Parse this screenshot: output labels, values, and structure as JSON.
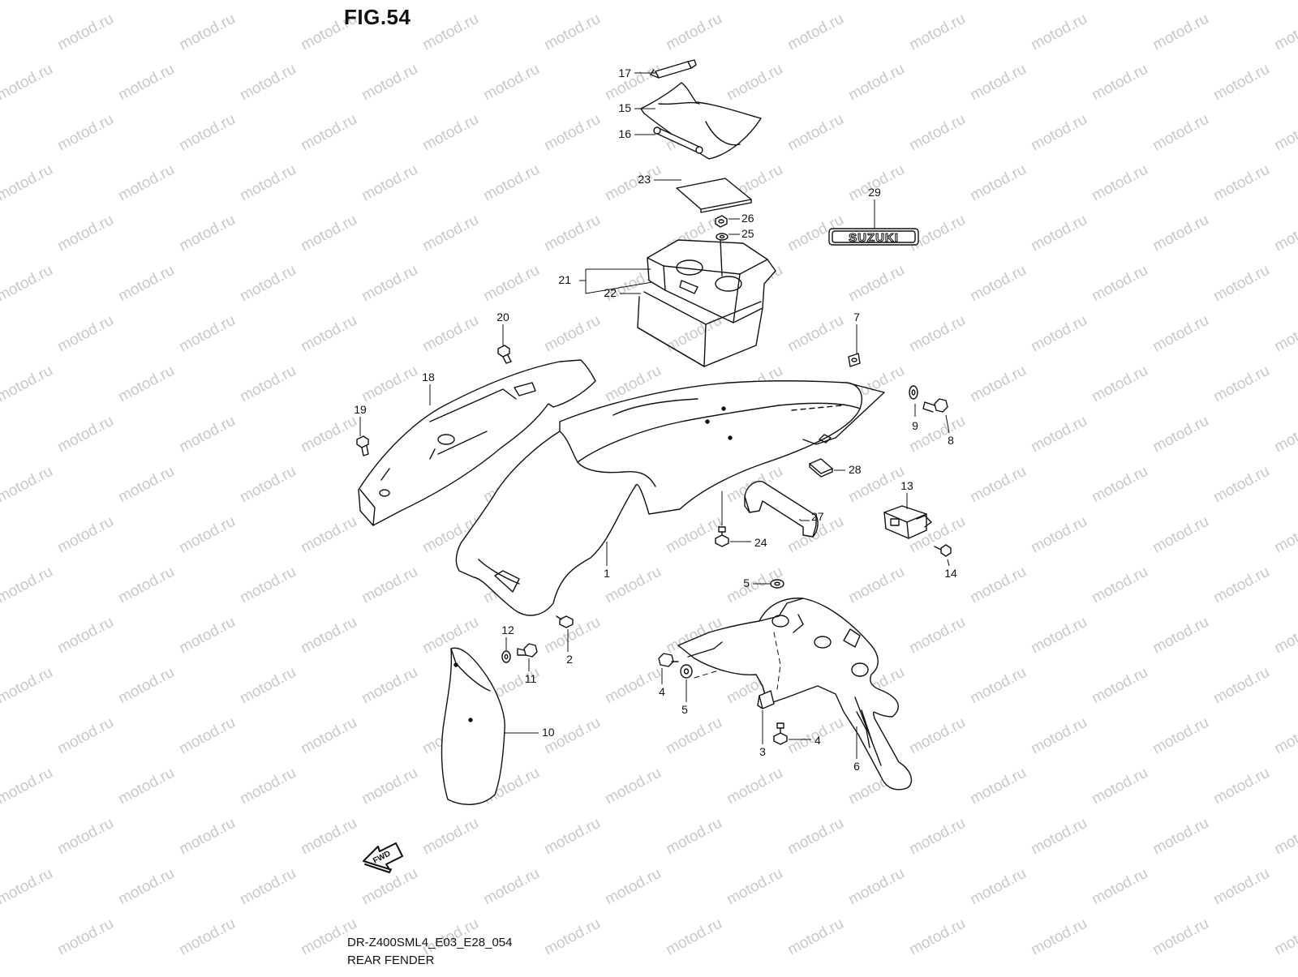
{
  "figure": {
    "title": "FIG.54",
    "model_code": "DR-Z400SML4_E03_E28_054",
    "name": "REAR FENDER"
  },
  "watermark": {
    "text": "motod.ru",
    "color": "#c9c9c9"
  },
  "emblem": {
    "text": "SUZUKI"
  },
  "direction_arrow": {
    "text": "FWD"
  },
  "callouts": [
    {
      "id": "c17",
      "label": "17",
      "part": "strap"
    },
    {
      "id": "c15",
      "label": "15",
      "part": "tool-bag"
    },
    {
      "id": "c16",
      "label": "16",
      "part": "spanner"
    },
    {
      "id": "c23",
      "label": "23",
      "part": "manual-pad"
    },
    {
      "id": "c26",
      "label": "26",
      "part": "nut"
    },
    {
      "id": "c25",
      "label": "25",
      "part": "washer"
    },
    {
      "id": "c29",
      "label": "29",
      "part": "emblem"
    },
    {
      "id": "c21",
      "label": "21",
      "part": "tool-box"
    },
    {
      "id": "c22",
      "label": "22",
      "part": "tool-box-lower"
    },
    {
      "id": "c20",
      "label": "20",
      "part": "bolt"
    },
    {
      "id": "c7",
      "label": "7",
      "part": "clip-nut"
    },
    {
      "id": "c18",
      "label": "18",
      "part": "side-cover"
    },
    {
      "id": "c19",
      "label": "19",
      "part": "bolt"
    },
    {
      "id": "c9",
      "label": "9",
      "part": "washer"
    },
    {
      "id": "c8",
      "label": "8",
      "part": "bolt"
    },
    {
      "id": "c28",
      "label": "28",
      "part": "pad"
    },
    {
      "id": "c13",
      "label": "13",
      "part": "relay"
    },
    {
      "id": "c27",
      "label": "27",
      "part": "handle"
    },
    {
      "id": "c24",
      "label": "24",
      "part": "bolt"
    },
    {
      "id": "c14",
      "label": "14",
      "part": "screw"
    },
    {
      "id": "c1",
      "label": "1",
      "part": "rear-fender"
    },
    {
      "id": "c5a",
      "label": "5",
      "part": "cushion"
    },
    {
      "id": "c12",
      "label": "12",
      "part": "washer"
    },
    {
      "id": "c2",
      "label": "2",
      "part": "bolt"
    },
    {
      "id": "c11",
      "label": "11",
      "part": "bolt"
    },
    {
      "id": "c4a",
      "label": "4",
      "part": "bolt"
    },
    {
      "id": "c5b",
      "label": "5",
      "part": "cushion"
    },
    {
      "id": "c10",
      "label": "10",
      "part": "mud-flap"
    },
    {
      "id": "c3",
      "label": "3",
      "part": "clip"
    },
    {
      "id": "c4b",
      "label": "4",
      "part": "bolt"
    },
    {
      "id": "c6",
      "label": "6",
      "part": "fender-bracket"
    }
  ]
}
